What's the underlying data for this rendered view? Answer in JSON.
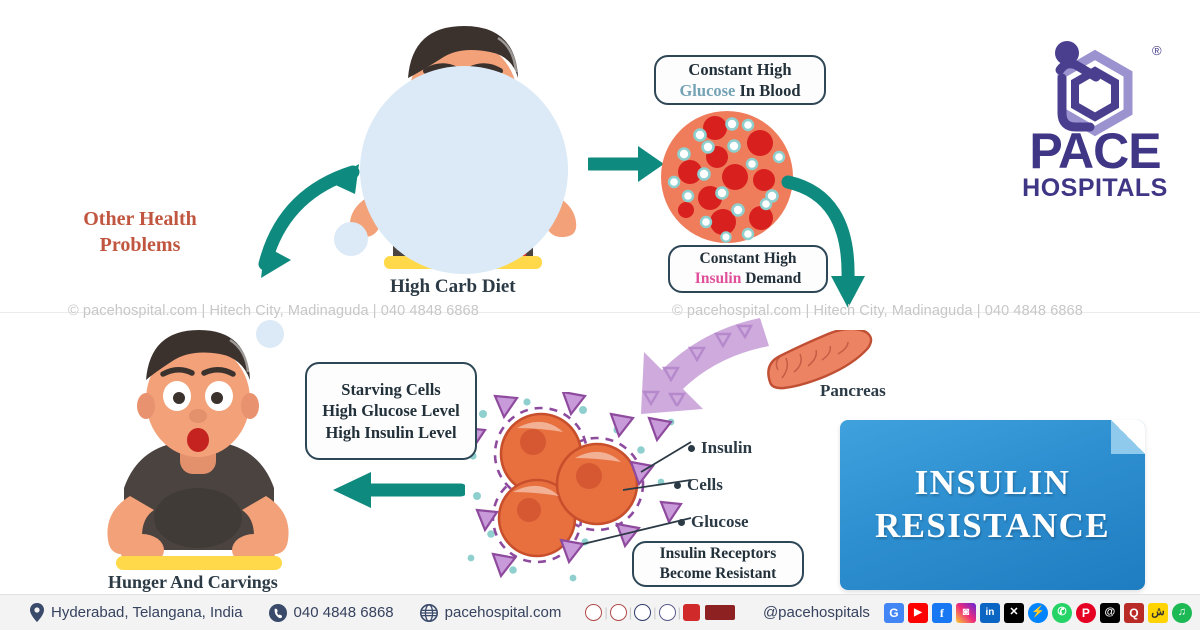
{
  "brand": {
    "name": "PACE",
    "sub": "HOSPITALS",
    "registered": "®",
    "logo_icon": "hexagon-person-logo",
    "purple": "#4a3f8f",
    "purple_light": "#9b93cf"
  },
  "watermark": {
    "text": "© pacehospital.com | Hitech City, Madinaguda | 040 4848 6868",
    "rows": 2
  },
  "flow": {
    "high_carb_label": "High Carb Diet",
    "other_health": {
      "line1": "Other Health",
      "line2": "Problems",
      "color": "#c0563f"
    },
    "hunger_label": "Hunger And Carvings",
    "pancreas_label": "Pancreas"
  },
  "callouts": {
    "glucose_blood": {
      "line1": "Constant High",
      "line2_kw": "Glucose",
      "line2_rest": " In Blood",
      "kw_color": "#74a3b5"
    },
    "insulin_demand": {
      "line1": "Constant High",
      "line2_kw": "Insulin",
      "line2_rest": " Demand",
      "kw_color": "#e0509a"
    },
    "starving_cells": {
      "line1": "Starving Cells",
      "line2": "High Glucose Level",
      "line3": "High Insulin Level"
    },
    "receptors": {
      "line1": "Insulin Receptors",
      "line2": "Become Resistant"
    }
  },
  "legend": {
    "insulin": "Insulin",
    "cells": "Cells",
    "glucose": "Glucose"
  },
  "result_card": {
    "line1": "INSULIN",
    "line2": "RESISTANCE",
    "bg_color": "#2e8fd0"
  },
  "footer": {
    "location_icon": "map-pin-icon",
    "location": "Hyderabad, Telangana, India",
    "phone_icon": "phone-icon",
    "phone": "040 4848 6868",
    "web_icon": "globe-icon",
    "website": "pacehospital.com",
    "handle": "@pacehospitals",
    "accreditations": [
      "nabh-seal",
      "nabl-seal",
      "jci-seal",
      "iso-seal",
      "aha-seal",
      "nabh-badge"
    ],
    "socials": [
      {
        "name": "google-business-icon",
        "glyph": "G",
        "color": "#4285f4"
      },
      {
        "name": "youtube-icon",
        "glyph": "▶",
        "color": "#ff0000"
      },
      {
        "name": "facebook-icon",
        "glyph": "f",
        "color": "#1877f2"
      },
      {
        "name": "instagram-icon",
        "glyph": "▣",
        "color": "#e1306c"
      },
      {
        "name": "linkedin-icon",
        "glyph": "in",
        "color": "#0a66c2"
      },
      {
        "name": "x-twitter-icon",
        "glyph": "✕",
        "color": "#000000"
      },
      {
        "name": "messenger-icon",
        "glyph": "⚡",
        "color": "#0084ff"
      },
      {
        "name": "whatsapp-icon",
        "glyph": "✆",
        "color": "#25d366"
      },
      {
        "name": "pinterest-icon",
        "glyph": "P",
        "color": "#e60023"
      },
      {
        "name": "threads-icon",
        "glyph": "@",
        "color": "#000000"
      },
      {
        "name": "quora-icon",
        "glyph": "Q",
        "color": "#b92b27"
      },
      {
        "name": "sharechat-icon",
        "glyph": "ش",
        "color": "#ffd400"
      },
      {
        "name": "spotify-icon",
        "glyph": "♫",
        "color": "#1db954"
      }
    ]
  },
  "palette": {
    "teal_arrow": "#0f8a7e",
    "purple_arrow": "#c49ad6",
    "blood_bg": "#ef7d5c",
    "blood_cell": "#d8201f",
    "cell_orange": "#e8703f",
    "glucose_dot": "#8fd0cf",
    "skin": "#f2a179",
    "shirt": "#4a4340",
    "hair": "#3b322e",
    "tray": "#ffd94a"
  }
}
